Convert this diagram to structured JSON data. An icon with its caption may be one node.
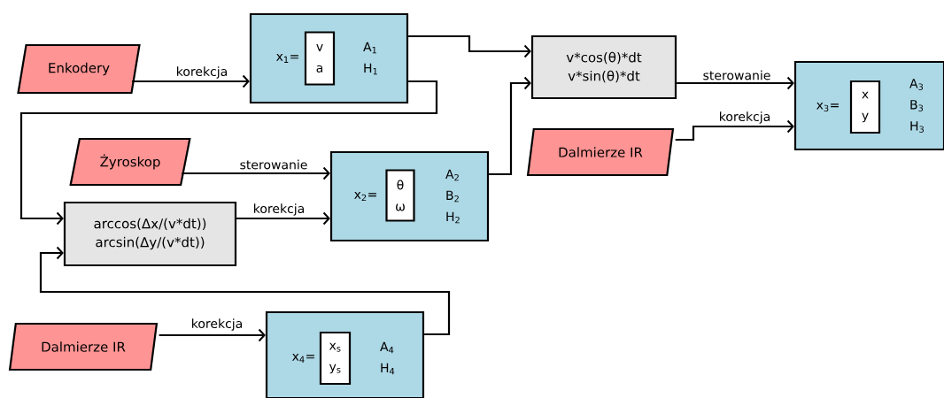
{
  "diagram": {
    "nodes": [
      {
        "text": [
          "Enkodery"
        ]
      },
      {
        "text": [
          "x$_{1}$=",
          "A$_{1}$ H$_{1}$"
        ]
      },
      {
        "text": [
          "v a"
        ],
        "in": 1
      },
      {
        "text": [
          "v*cos(θ)*dt v*sin(θ)*dt"
        ]
      },
      {
        "text": [
          "x$_{3}$=",
          "A$_{3}$ B$_{3}$ H$_{3}$"
        ]
      },
      {
        "text": [
          "x y"
        ],
        "in": 4
      },
      {
        "text": [
          "Dalmierze IR"
        ]
      },
      {
        "text": [
          "Żyroskop"
        ]
      },
      {
        "text": [
          "x$_{2}$=",
          "A$_{2}$ B$_{2}$ H$_{2}$"
        ]
      },
      {
        "text": [
          "θ ω"
        ],
        "in": 8
      },
      {
        "text": [
          "arccos(Δx/(v*dt)) arcsin(Δy/(v*dt))"
        ]
      },
      {
        "text": [
          "Dalmierze IR"
        ]
      },
      {
        "text": [
          "x$_{4}$=",
          "A$_{4}$ H$_{4}$"
        ]
      },
      {
        "text": [
          "x$_{s}$ y$_{s}$"
        ],
        "in": 12
      }
    ],
    "edges": [
      {
        "from": 0,
        "to": 1,
        "arrow": "to",
        "label": "korekcja"
      },
      {
        "from": 1,
        "to": 3,
        "arrow": "to"
      },
      {
        "from": 1,
        "to": 10,
        "arrow": "to"
      },
      {
        "from": 7,
        "to": 8,
        "arrow": "to",
        "label": "sterowanie"
      },
      {
        "from": 10,
        "to": 8,
        "arrow": "to",
        "label": "korekcja"
      },
      {
        "from": 8,
        "to": 3,
        "arrow": "to"
      },
      {
        "from": 3,
        "to": 4,
        "arrow": "to",
        "label": "sterowanie"
      },
      {
        "from": 6,
        "to": 4,
        "arrow": "to",
        "label": "korekcja"
      },
      {
        "from": 11,
        "to": 12,
        "arrow": "to",
        "label": "korekcja"
      },
      {
        "from": 12,
        "to": 10,
        "arrow": "to"
      }
    ]
  }
}
